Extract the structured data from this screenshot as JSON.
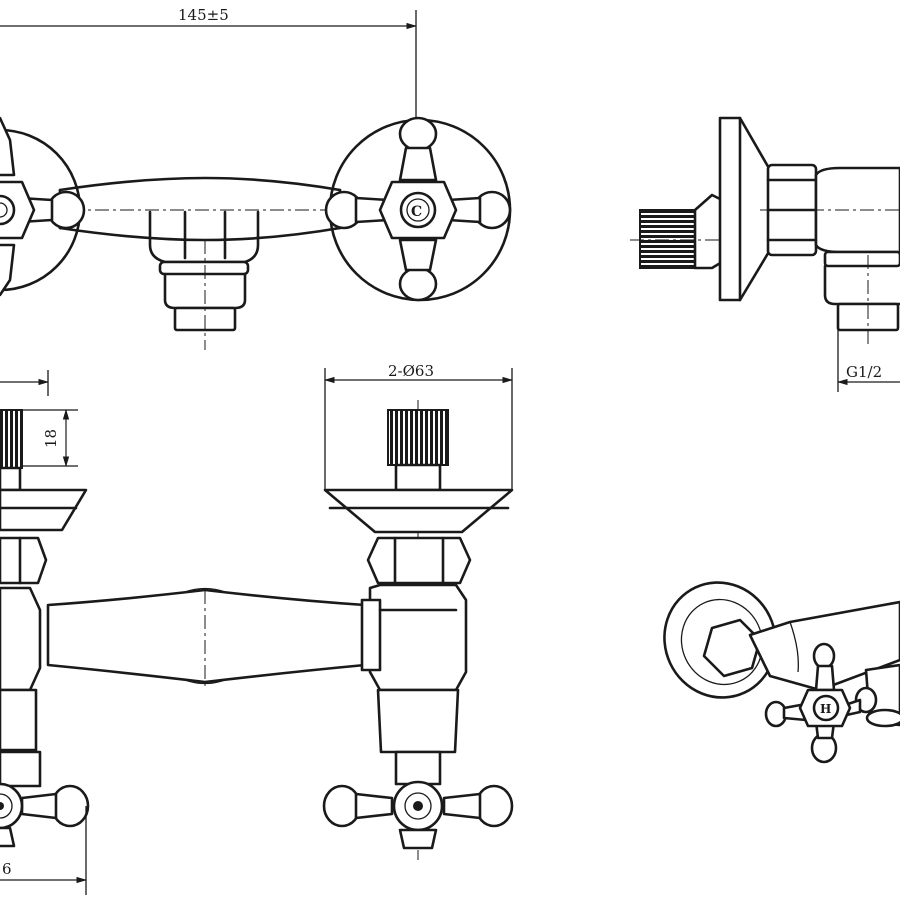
{
  "dimensions": {
    "overall_width": "145±5",
    "flange_diameter": "2-Ø63",
    "thread_height": "18",
    "outlet_thread": "G1/2",
    "partial_bottom": "6"
  },
  "handle_marks": {
    "cold": "C",
    "hot": "H"
  }
}
